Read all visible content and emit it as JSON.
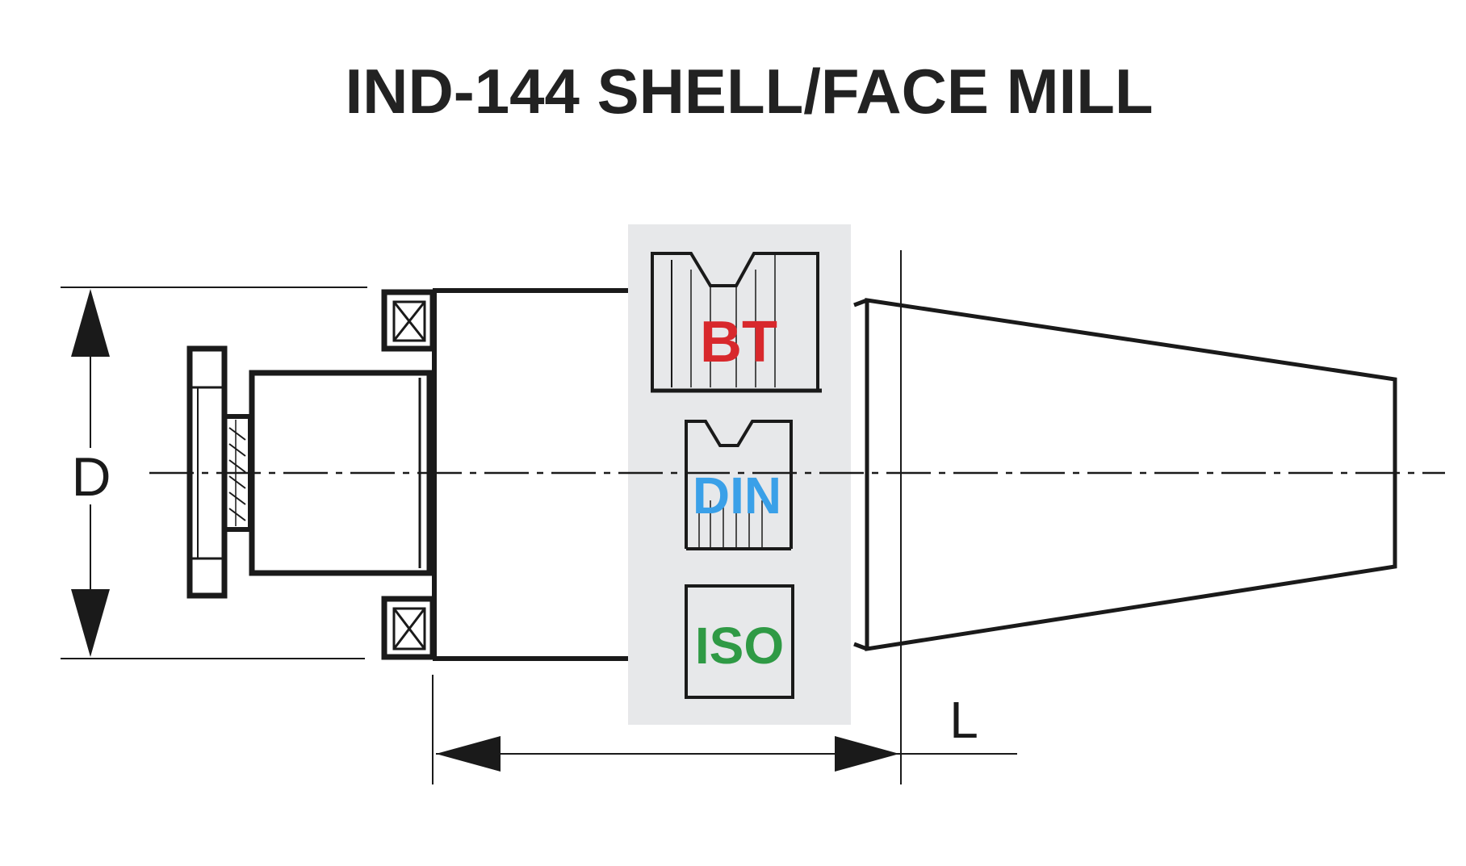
{
  "diagram": {
    "title": "IND-144 SHELL/FACE MILL",
    "dimension_labels": {
      "diameter": "D",
      "length": "L"
    },
    "taper_standards": [
      {
        "label": "BT",
        "color": "#d8282c"
      },
      {
        "label": "DIN",
        "color": "#3aa0e8"
      },
      {
        "label": "ISO",
        "color": "#2f9a45"
      }
    ],
    "colors": {
      "ink": "#1a1a1a",
      "panel": "#e7e8ea"
    }
  }
}
